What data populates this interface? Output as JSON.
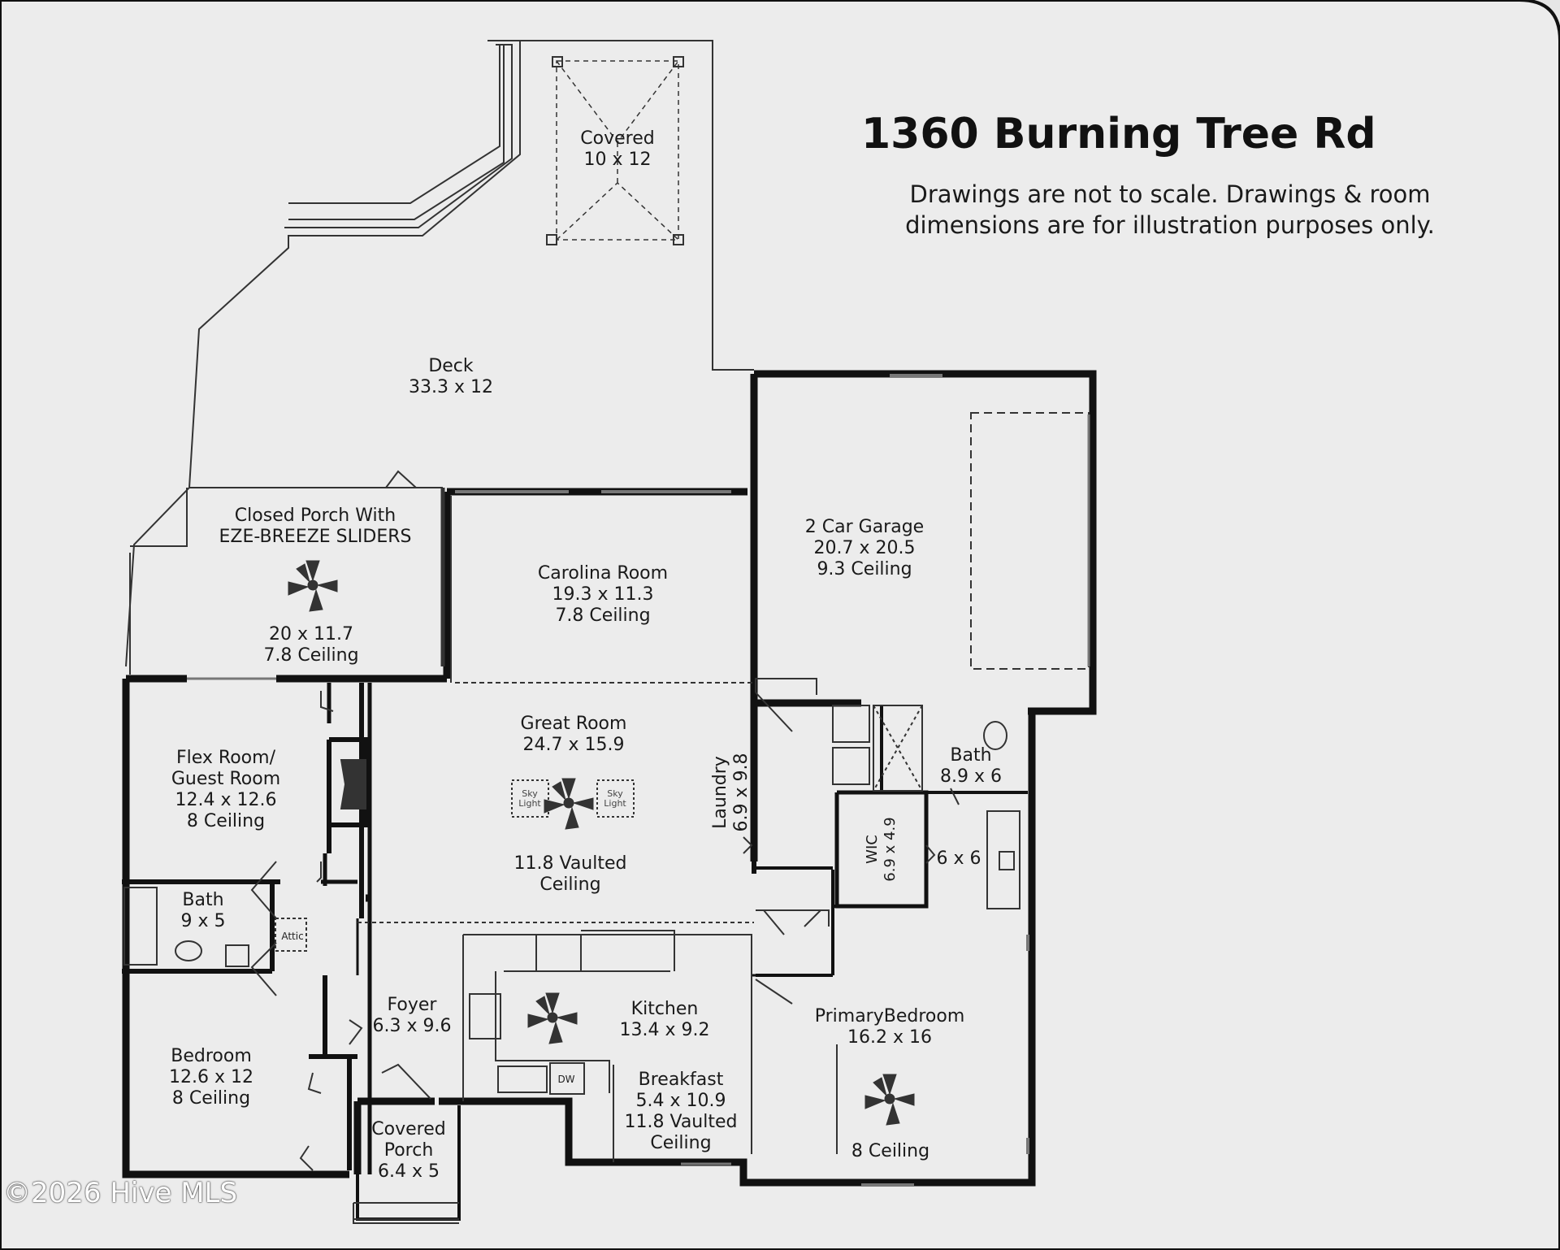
{
  "header": {
    "title": "1360 Burning Tree Rd",
    "disclaimer": [
      "Drawings are not to scale. Drawings & room",
      "dimensions are for illustration purposes only."
    ]
  },
  "rooms": {
    "covered": {
      "name": "Covered",
      "size": "10 x 12"
    },
    "deck": {
      "name": "Deck",
      "size": "33.3 x 12"
    },
    "closed_porch": {
      "name_line1": "Closed Porch With",
      "name_line2": "EZE-BREEZE SLIDERS",
      "size": "20 x 11.7",
      "ceiling": "7.8 Ceiling"
    },
    "carolina_room": {
      "name": "Carolina Room",
      "size": "19.3 x 11.3",
      "ceiling": "7.8 Ceiling"
    },
    "garage": {
      "name": "2 Car Garage",
      "size": "20.7 x 20.5",
      "ceiling": "9.3 Ceiling"
    },
    "great_room": {
      "name": "Great Room",
      "size": "24.7 x 15.9",
      "ceiling_line1": "11.8 Vaulted",
      "ceiling_line2": "Ceiling",
      "skylight_line1": "Sky",
      "skylight_line2": "Light"
    },
    "flex_room": {
      "name_line1": "Flex Room/",
      "name_line2": "Guest Room",
      "size": "12.4 x 12.6",
      "ceiling": "8 Ceiling"
    },
    "hall_bath": {
      "name": "Bath",
      "size": "9 x 5"
    },
    "attic": {
      "name": "Attic"
    },
    "bedroom": {
      "name": "Bedroom",
      "size": "12.6 x 12",
      "ceiling": "8 Ceiling"
    },
    "foyer": {
      "name": "Foyer",
      "size": "6.3 x 9.6"
    },
    "kitchen": {
      "name": "Kitchen",
      "size": "13.4 x 9.2",
      "appliance_dw": "DW"
    },
    "breakfast": {
      "name": "Breakfast",
      "size": "5.4 x 10.9",
      "ceiling_line1": "11.8 Vaulted",
      "ceiling_line2": "Ceiling"
    },
    "covered_porch": {
      "name_line1": "Covered",
      "name_line2": "Porch",
      "size": "6.4 x 5"
    },
    "primary_bedroom": {
      "name": "PrimaryBedroom",
      "size": "16.2 x 16",
      "ceiling": "8 Ceiling"
    },
    "primary_bath": {
      "name": "Bath",
      "size": "8.9 x 6"
    },
    "bath_closet": {
      "size": "6 x 6"
    },
    "laundry": {
      "name": "Laundry",
      "size": "6.9 x 9.8"
    },
    "wic": {
      "name": "WIC",
      "size": "6.9 x 4.9"
    }
  },
  "footer": {
    "watermark": "©2026 Hive MLS"
  },
  "colors": {
    "paper": "#ececec",
    "walls": "#111111",
    "lines": "#333333"
  }
}
